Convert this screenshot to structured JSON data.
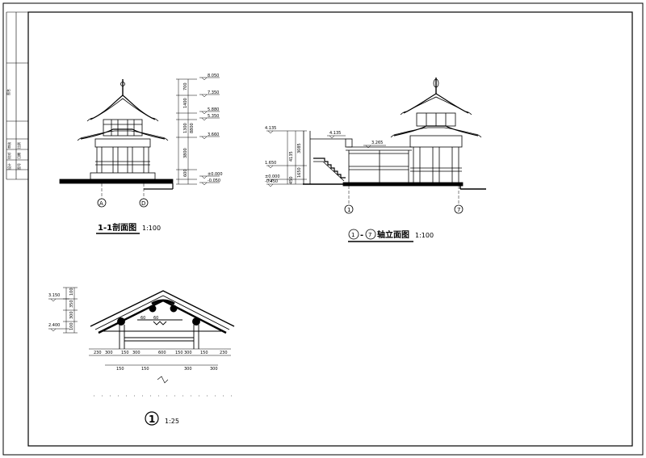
{
  "drawings": {
    "section": {
      "title": "1-1剖面图",
      "scale": "1:100",
      "axes": [
        "A",
        "D"
      ],
      "elevations": [
        "8.050",
        "7.350",
        "5.880",
        "5.350",
        "3.660",
        "±0.000",
        "-0.050"
      ],
      "dims": [
        "700",
        "1400",
        "1300",
        "8800",
        "3800",
        "600"
      ]
    },
    "elevation": {
      "title_prefix": "1",
      "title_mid": "-",
      "title_suffix_axis": "7",
      "title_text": "轴立面图",
      "scale": "1:100",
      "axes": [
        "1",
        "7"
      ],
      "levels": [
        "4.135",
        "4.135",
        "3.265",
        "1.650",
        "±0.000",
        "-0.450"
      ],
      "dims": [
        "3085",
        "4135",
        "1650",
        "450"
      ]
    },
    "detail": {
      "number": "1",
      "scale": "1:25",
      "levels": [
        "3.150",
        "2.400"
      ],
      "dims_top": [
        "230",
        "300",
        "150",
        "300",
        "600",
        "150",
        "300",
        "150",
        "230"
      ],
      "dims_bottom": [
        "150",
        "150",
        "300",
        "300"
      ],
      "dims_mid": [
        "60",
        "60"
      ],
      "dims_left": [
        "100",
        "350",
        "300",
        "100"
      ]
    }
  },
  "titleblock": {
    "labels": [
      "图名",
      "审核",
      "校对",
      "设计",
      "比例",
      "日期",
      "图号"
    ]
  }
}
